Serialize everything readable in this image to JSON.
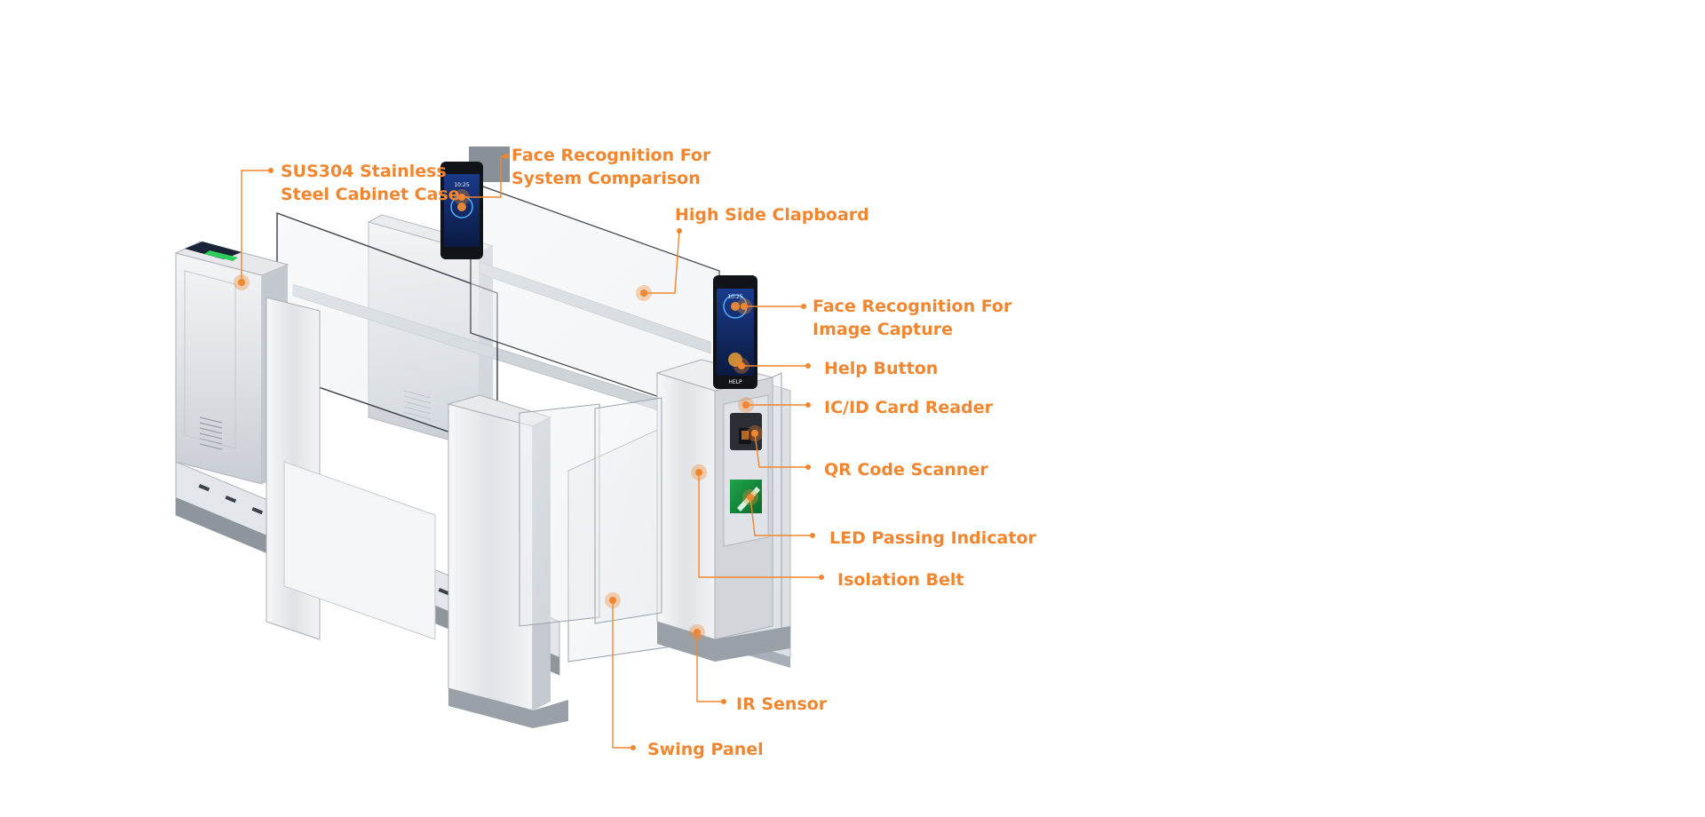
{
  "colors": {
    "accent": "#f0862f",
    "steel_light": "#eef0f2",
    "steel_mid": "#cfd3d8",
    "steel_dark": "#9aa0a7",
    "glass": "#e9eef2",
    "screen": "#0b1f4a"
  },
  "callouts": [
    {
      "id": "sus304",
      "lines": [
        "SUS304 Stainless",
        "Steel Cabinet Case"
      ]
    },
    {
      "id": "face-compare",
      "lines": [
        "Face Recognition For",
        "System Comparison"
      ]
    },
    {
      "id": "high-side",
      "lines": [
        "High Side Clapboard"
      ]
    },
    {
      "id": "face-capture",
      "lines": [
        "Face Recognition For",
        "Image Capture"
      ]
    },
    {
      "id": "help-button",
      "lines": [
        "Help Button"
      ]
    },
    {
      "id": "card-reader",
      "lines": [
        "IC/ID Card Reader"
      ]
    },
    {
      "id": "qr-scanner",
      "lines": [
        "QR Code Scanner"
      ]
    },
    {
      "id": "led-indicator",
      "lines": [
        "LED Passing Indicator"
      ]
    },
    {
      "id": "isolation-belt",
      "lines": [
        "Isolation Belt"
      ]
    },
    {
      "id": "ir-sensor",
      "lines": [
        "IR Sensor"
      ]
    },
    {
      "id": "swing-panel",
      "lines": [
        "Swing Panel"
      ]
    }
  ],
  "screen": {
    "time": "10:25",
    "help_text": "HELP"
  }
}
